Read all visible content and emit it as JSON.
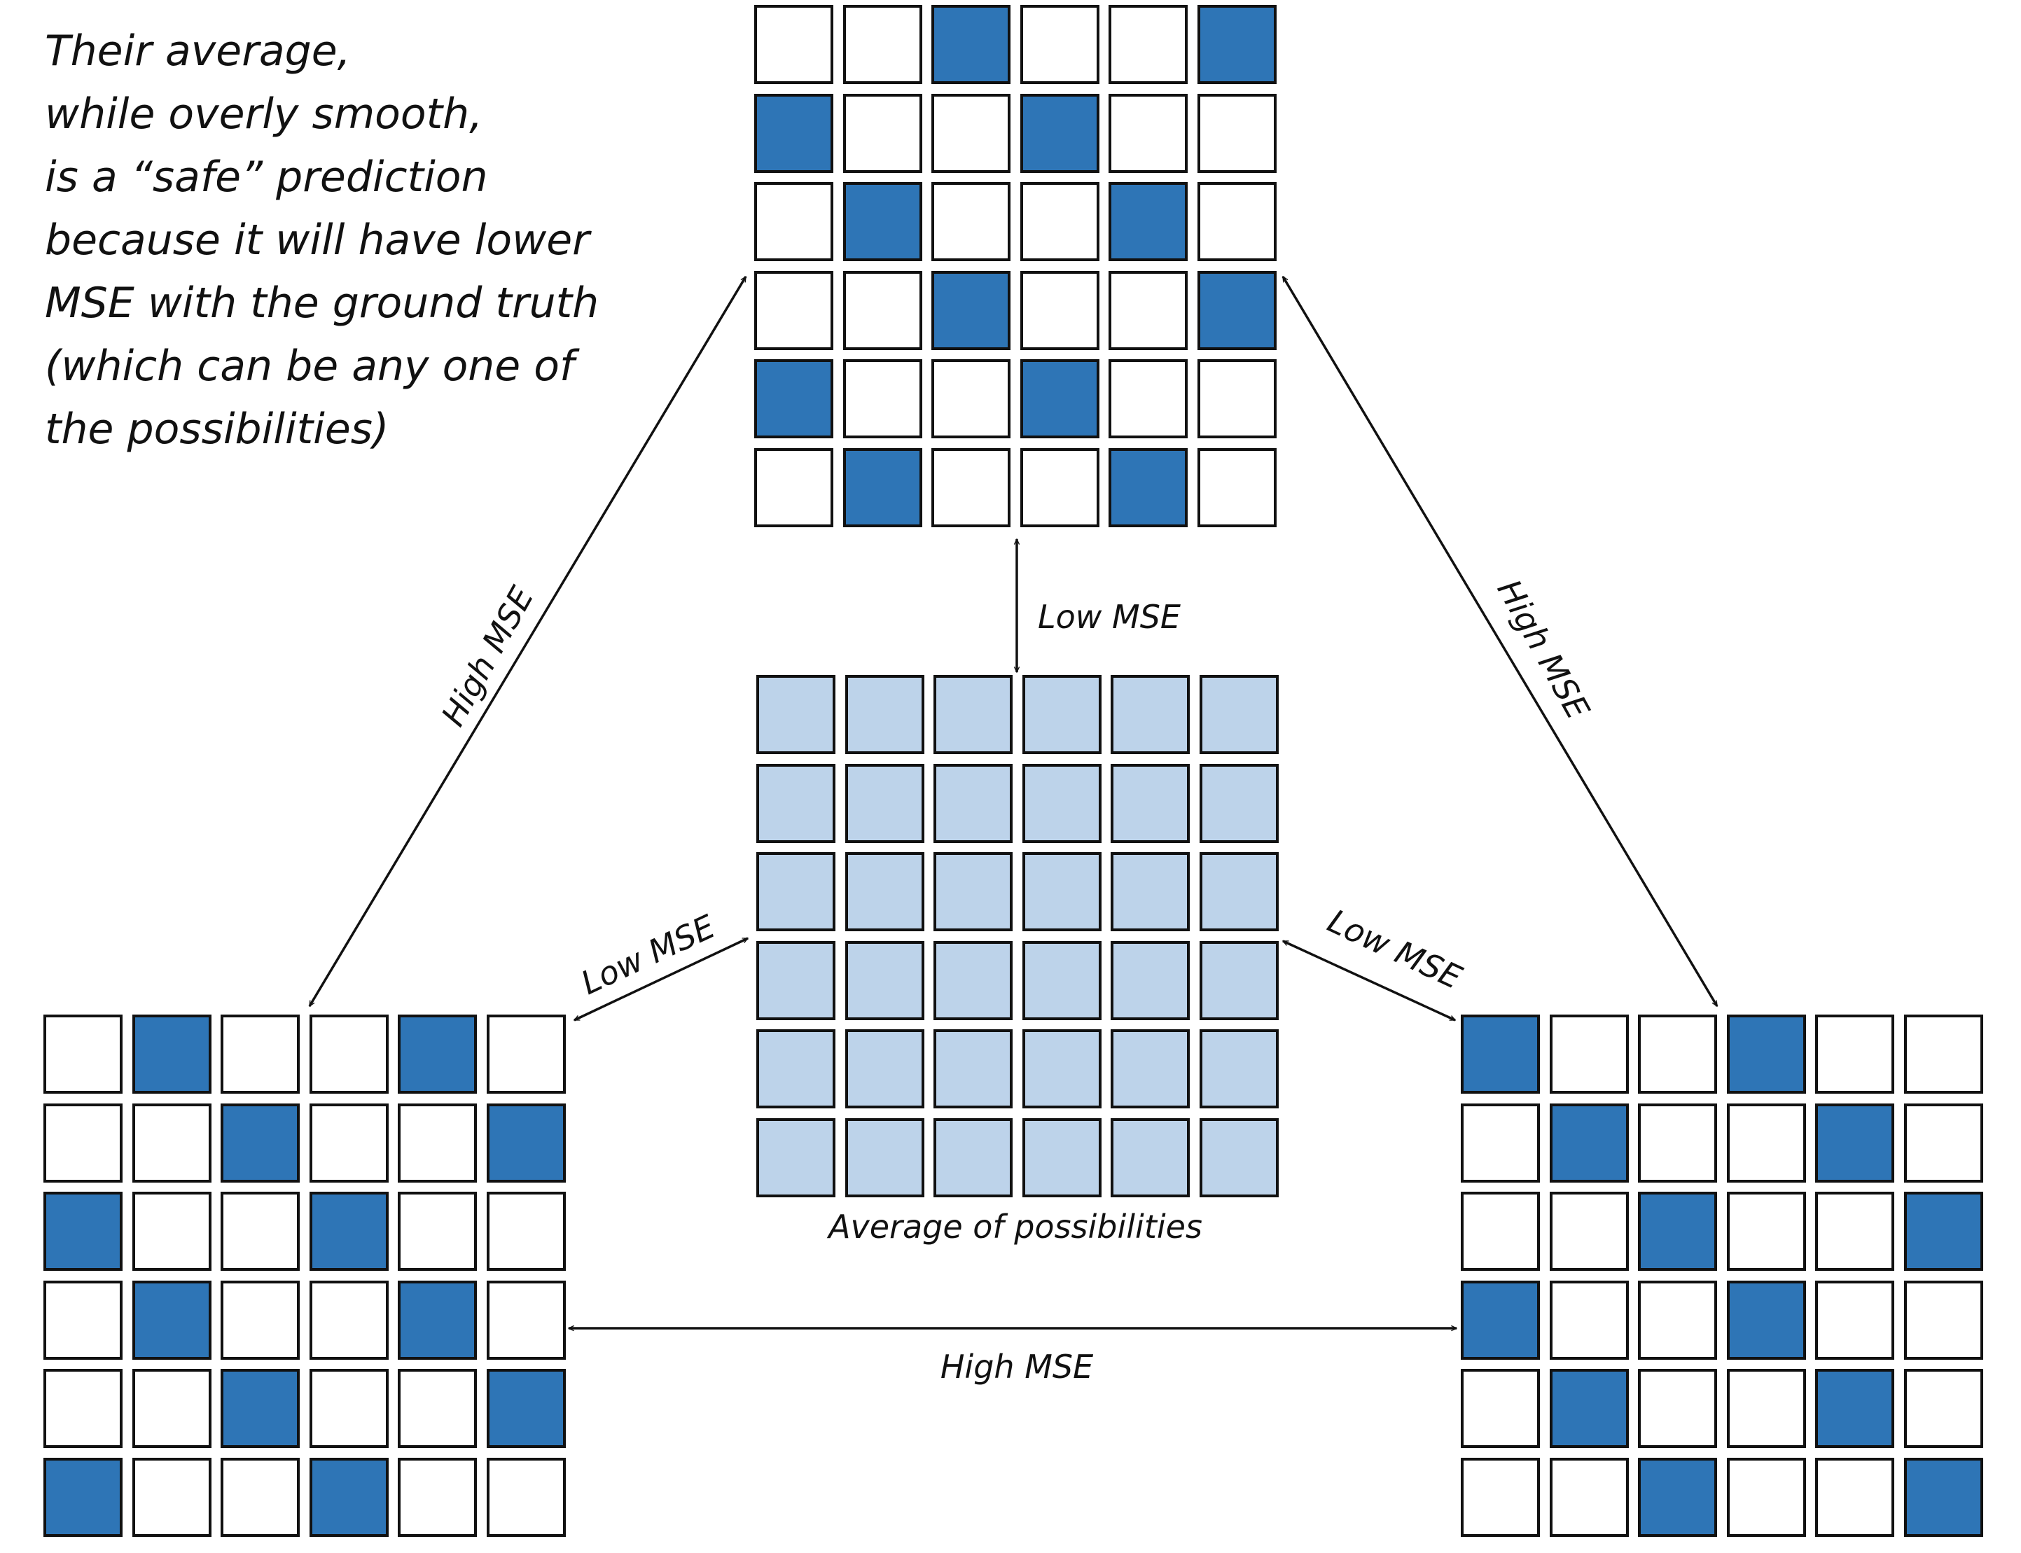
{
  "note": {
    "lines": [
      "Their average,",
      "while overly smooth,",
      "is a “safe” prediction",
      "because it will have lower",
      "MSE with the ground truth",
      "(which can be any one of",
      "the possibilities)"
    ]
  },
  "colors": {
    "filled": "#2e75b6",
    "empty": "#ffffff",
    "average": "#bdd3ea",
    "border": "#111111"
  },
  "grids": {
    "top": {
      "fill": "pattern",
      "cells": [
        [
          0,
          0,
          1,
          0,
          0,
          1
        ],
        [
          1,
          0,
          0,
          1,
          0,
          0
        ],
        [
          0,
          1,
          0,
          0,
          1,
          0
        ],
        [
          0,
          0,
          1,
          0,
          0,
          1
        ],
        [
          1,
          0,
          0,
          1,
          0,
          0
        ],
        [
          0,
          1,
          0,
          0,
          1,
          0
        ]
      ]
    },
    "left": {
      "fill": "pattern",
      "cells": [
        [
          0,
          1,
          0,
          0,
          1,
          0
        ],
        [
          0,
          0,
          1,
          0,
          0,
          1
        ],
        [
          1,
          0,
          0,
          1,
          0,
          0
        ],
        [
          0,
          1,
          0,
          0,
          1,
          0
        ],
        [
          0,
          0,
          1,
          0,
          0,
          1
        ],
        [
          1,
          0,
          0,
          1,
          0,
          0
        ]
      ]
    },
    "right": {
      "fill": "pattern",
      "cells": [
        [
          1,
          0,
          0,
          1,
          0,
          0
        ],
        [
          0,
          1,
          0,
          0,
          1,
          0
        ],
        [
          0,
          0,
          1,
          0,
          0,
          1
        ],
        [
          1,
          0,
          0,
          1,
          0,
          0
        ],
        [
          0,
          1,
          0,
          0,
          1,
          0
        ],
        [
          0,
          0,
          1,
          0,
          0,
          1
        ]
      ]
    },
    "center": {
      "fill": "average",
      "rows": 6,
      "cols": 6
    }
  },
  "caption": "Average of possibilities",
  "labels": {
    "top_center": "Low MSE",
    "left_center": "Low MSE",
    "right_center": "Low MSE",
    "top_left": "High MSE",
    "top_right": "High MSE",
    "left_right": "High MSE"
  }
}
